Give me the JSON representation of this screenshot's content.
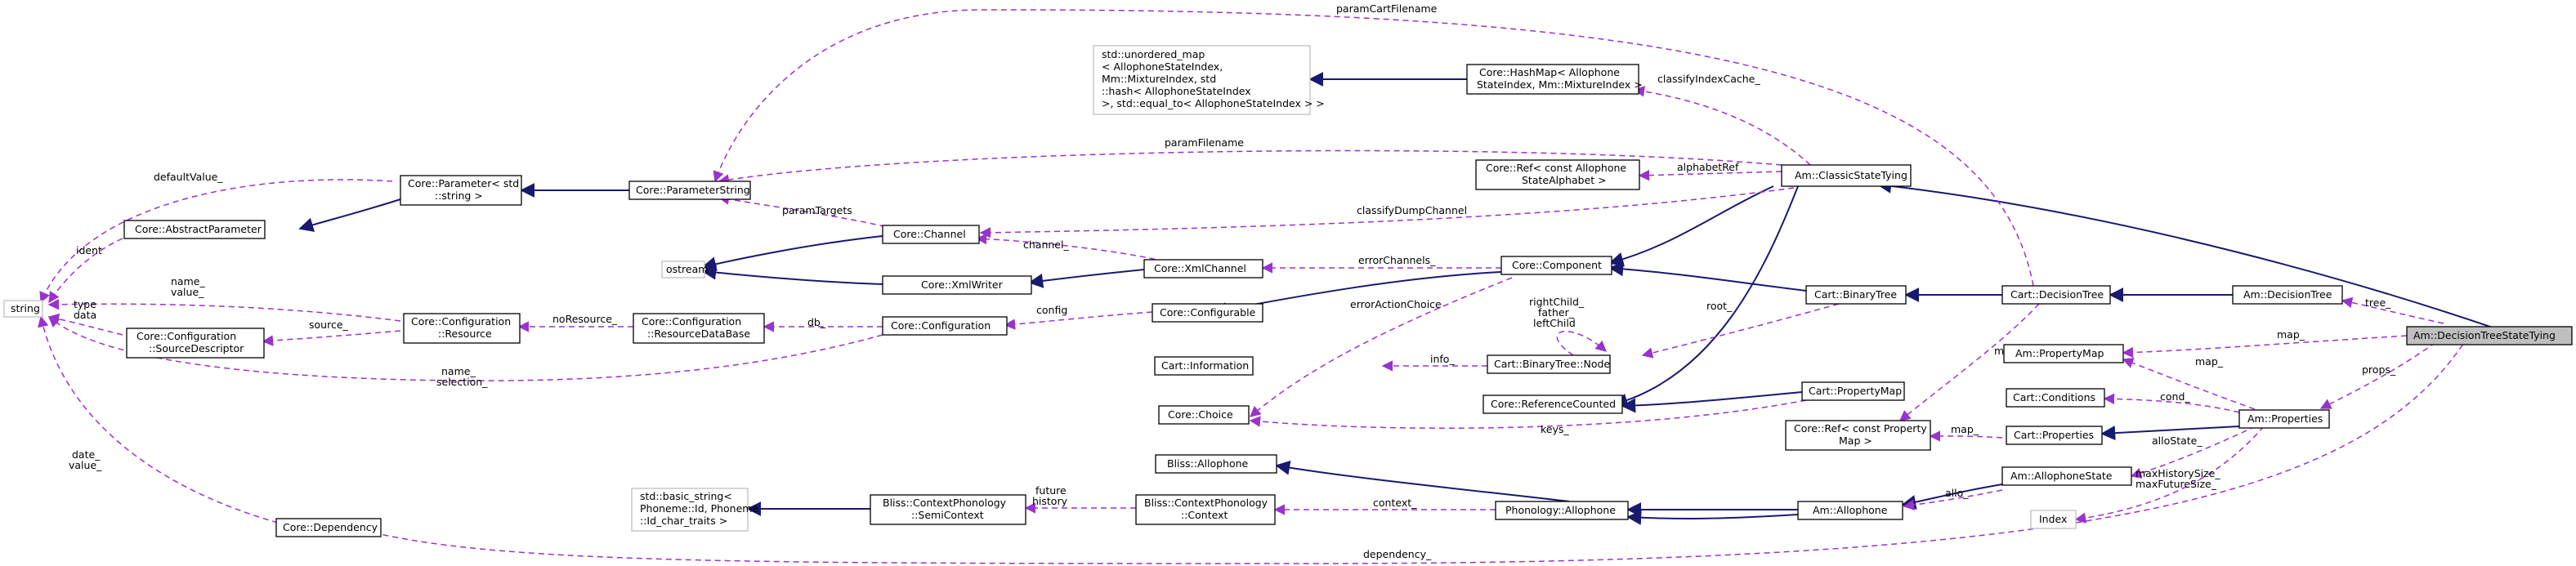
{
  "nodes": {
    "string": "string",
    "ostream": "ostream",
    "abstract_parameter": "Core::AbstractParameter",
    "parameter_std_string": [
      "Core::Parameter< std",
      "::string >"
    ],
    "parameter_string": "Core::ParameterString",
    "configuration_source_descriptor": [
      "Core::Configuration",
      "::SourceDescriptor"
    ],
    "configuration_resource": [
      "Core::Configuration",
      "::Resource"
    ],
    "configuration_resource_database": [
      "Core::Configuration",
      "::ResourceDataBase"
    ],
    "channel": "Core::Channel",
    "xml_writer": "Core::XmlWriter",
    "xml_channel": "Core::XmlChannel",
    "configuration": "Core::Configuration",
    "dependency": "Core::Dependency",
    "unordered_map": [
      "std::unordered_map",
      "< AllophoneStateIndex,",
      " Mm::MixtureIndex, std",
      "::hash< AllophoneStateIndex",
      " >, std::equal_to< AllophoneStateIndex > >"
    ],
    "hashmap": [
      "Core::HashMap< Allophone",
      "StateIndex, Mm::MixtureIndex >"
    ],
    "ref_allophone_state_alphabet": [
      "Core::Ref< const Allophone",
      "StateAlphabet >"
    ],
    "classic_state_tying": "Am::ClassicStateTying",
    "component": "Core::Component",
    "configurable": "Core::Configurable",
    "cart_information": "Cart::Information",
    "core_choice": "Core::Choice",
    "binary_tree_node": "Cart::BinaryTree::Node",
    "reference_counted": "Core::ReferenceCounted",
    "binary_tree": "Cart::BinaryTree",
    "cart_property_map": "Cart::PropertyMap",
    "ref_property_map": [
      "Core::Ref< const Property",
      "Map >"
    ],
    "cart_decision_tree": "Cart::DecisionTree",
    "am_property_map": "Am::PropertyMap",
    "cart_conditions": "Cart::Conditions",
    "cart_properties": "Cart::Properties",
    "am_decision_tree": "Am::DecisionTree",
    "am_decision_tree_state_tying": "Am::DecisionTreeStateTying",
    "am_properties": "Am::Properties",
    "am_allophone_state": "Am::AllophoneState",
    "index": "Index",
    "bliss_allophone": "Bliss::Allophone",
    "basic_string_phoneme": [
      "std::basic_string<",
      " Phoneme::Id, Phoneme",
      "::Id_char_traits >"
    ],
    "bliss_context_phonology_semicontext": [
      "Bliss::ContextPhonology",
      "::SemiContext"
    ],
    "bliss_context_phonology_context": [
      "Bliss::ContextPhonology",
      "::Context"
    ],
    "phonology_allophone": "Phonology::Allophone",
    "am_allophone": "Am::Allophone"
  },
  "edge_labels": {
    "param_cart_filename": "paramCartFilename",
    "classify_index_cache": "classifyIndexCache_",
    "default_value": "defaultValue_",
    "param_filename": "paramFilename",
    "alphabet_ref": "alphabetRef",
    "ident": "ident",
    "param_targets": "paramTargets",
    "classify_dump_channel": "classifyDumpChannel",
    "channel": "channel_",
    "error_channels": "errorChannels_",
    "name_value": [
      "name_",
      "value_"
    ],
    "no_resource": "noResource_",
    "type_data": [
      "type",
      "data"
    ],
    "source": "source_",
    "db": "db_",
    "config": "config",
    "error_action_choice": "errorActionChoice",
    "child_nodes": [
      "rightChild_",
      "father_",
      "leftChild"
    ],
    "root": "root_",
    "tree": "tree_",
    "map_cart": "map_",
    "info": "info_",
    "map_am": "map_",
    "name_selection": [
      "name_",
      "selection_"
    ],
    "props": "props_",
    "map_props": "map_",
    "cond": "cond_",
    "keys": "keys_",
    "map_ref": "map_",
    "allo_state": "alloState_",
    "date_value": [
      "date_",
      "value_"
    ],
    "future_history": [
      "future",
      "history"
    ],
    "context": "context_",
    "allo": "allo_",
    "max_history_future": [
      "maxHistorySize_",
      "maxFutureSize_"
    ],
    "dependency": "dependency_"
  }
}
